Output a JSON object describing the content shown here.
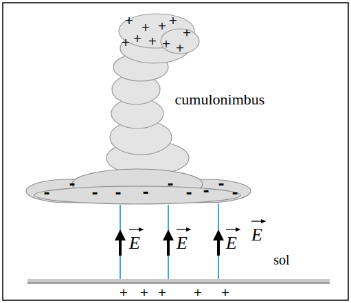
{
  "diagram": {
    "labels": [
      "+",
      "+",
      "+",
      "+",
      "+",
      "+",
      "+",
      "+",
      "+",
      "+",
      "cumulonimbus",
      "-",
      "-",
      "-",
      "-",
      "-",
      "-",
      "-",
      "-",
      "-",
      "-",
      "E",
      "E",
      "E",
      "E",
      "sol",
      "+",
      "+",
      "+",
      "+",
      "+"
    ]
  }
}
